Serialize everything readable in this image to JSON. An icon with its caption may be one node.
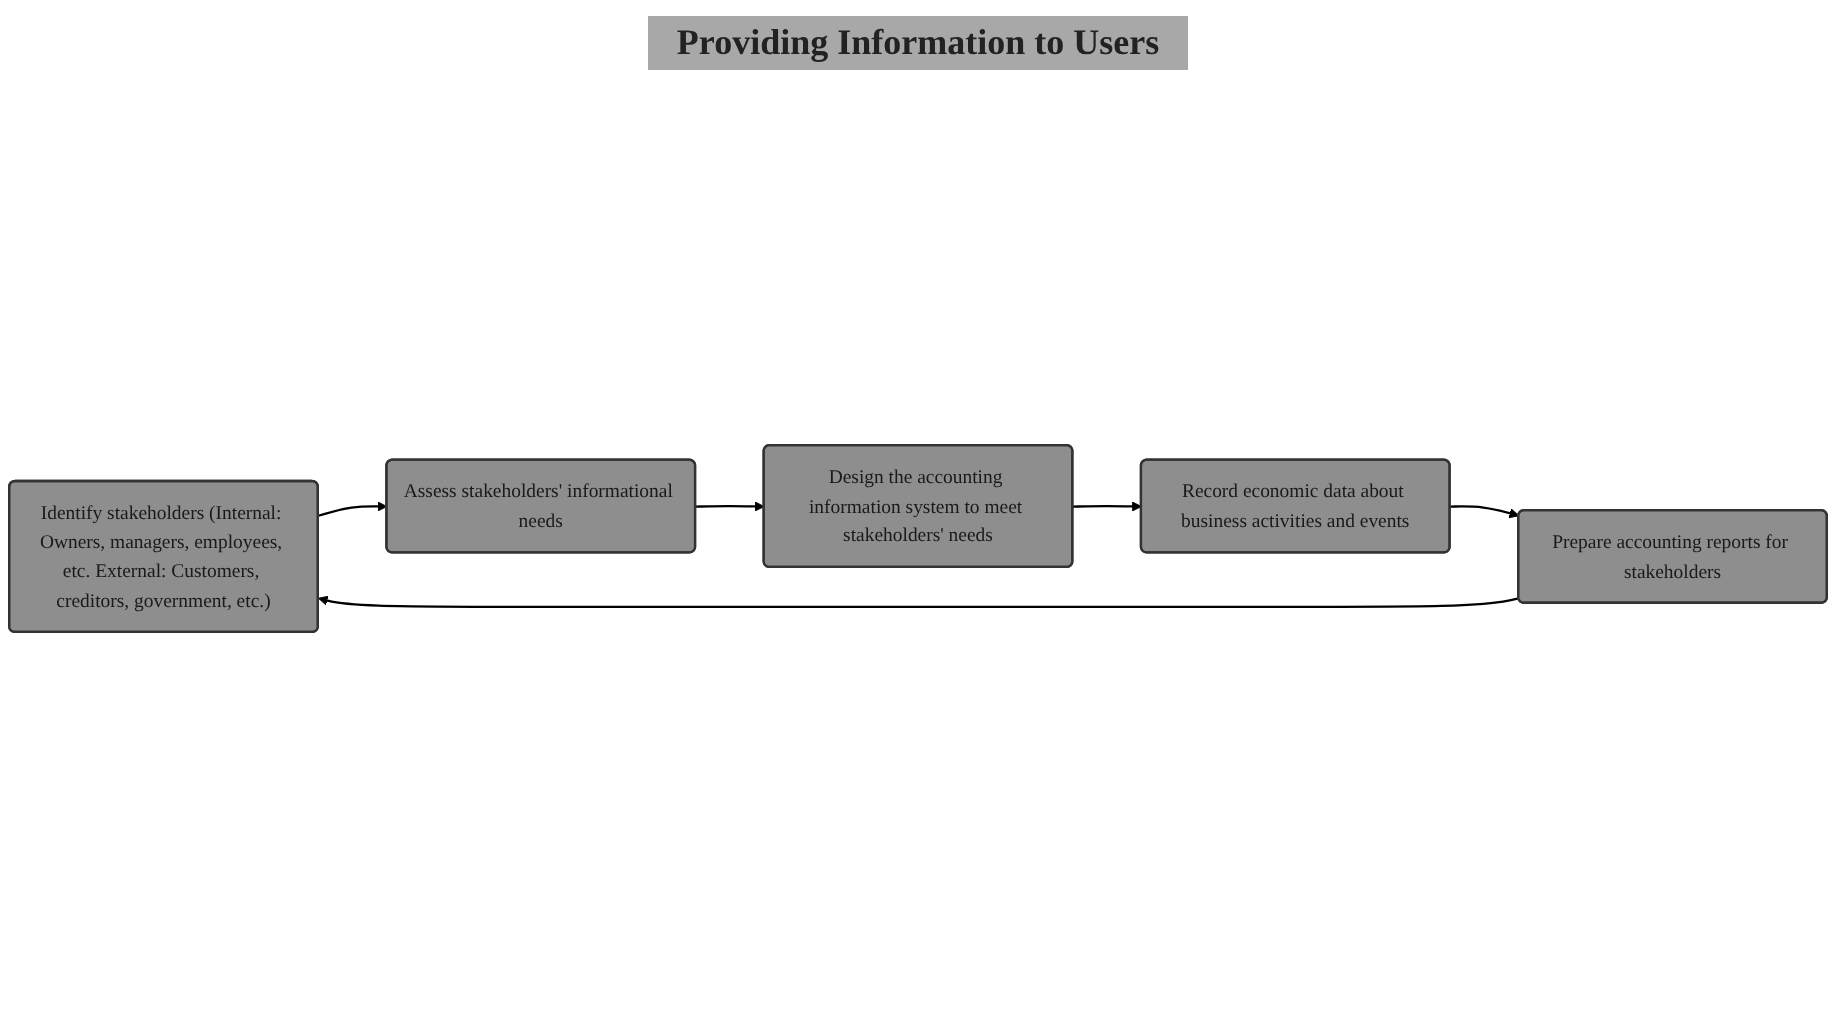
{
  "diagram": {
    "title": "Providing Information to Users",
    "nodes": [
      {
        "text": [
          "Identify stakeholders (Internal: Owners, managers, employees, etc. External: Customers, creditors, government, etc.)"
        ]
      },
      {
        "text": [
          "Assess stakeholders' informational needs"
        ]
      },
      {
        "text": [
          "Design the accounting information system to meet stakeholders' needs"
        ]
      },
      {
        "text": [
          "Record economic data about business activities and events"
        ]
      },
      {
        "text": [
          "Prepare accounting reports for stakeholders"
        ]
      }
    ],
    "edges": [
      {
        "from": 0,
        "to": 1,
        "arrow": "to"
      },
      {
        "from": 1,
        "to": 2,
        "arrow": "to"
      },
      {
        "from": 2,
        "to": 3,
        "arrow": "to"
      },
      {
        "from": 3,
        "to": 4,
        "arrow": "to"
      },
      {
        "from": 4,
        "to": 0,
        "arrow": "to"
      }
    ]
  }
}
